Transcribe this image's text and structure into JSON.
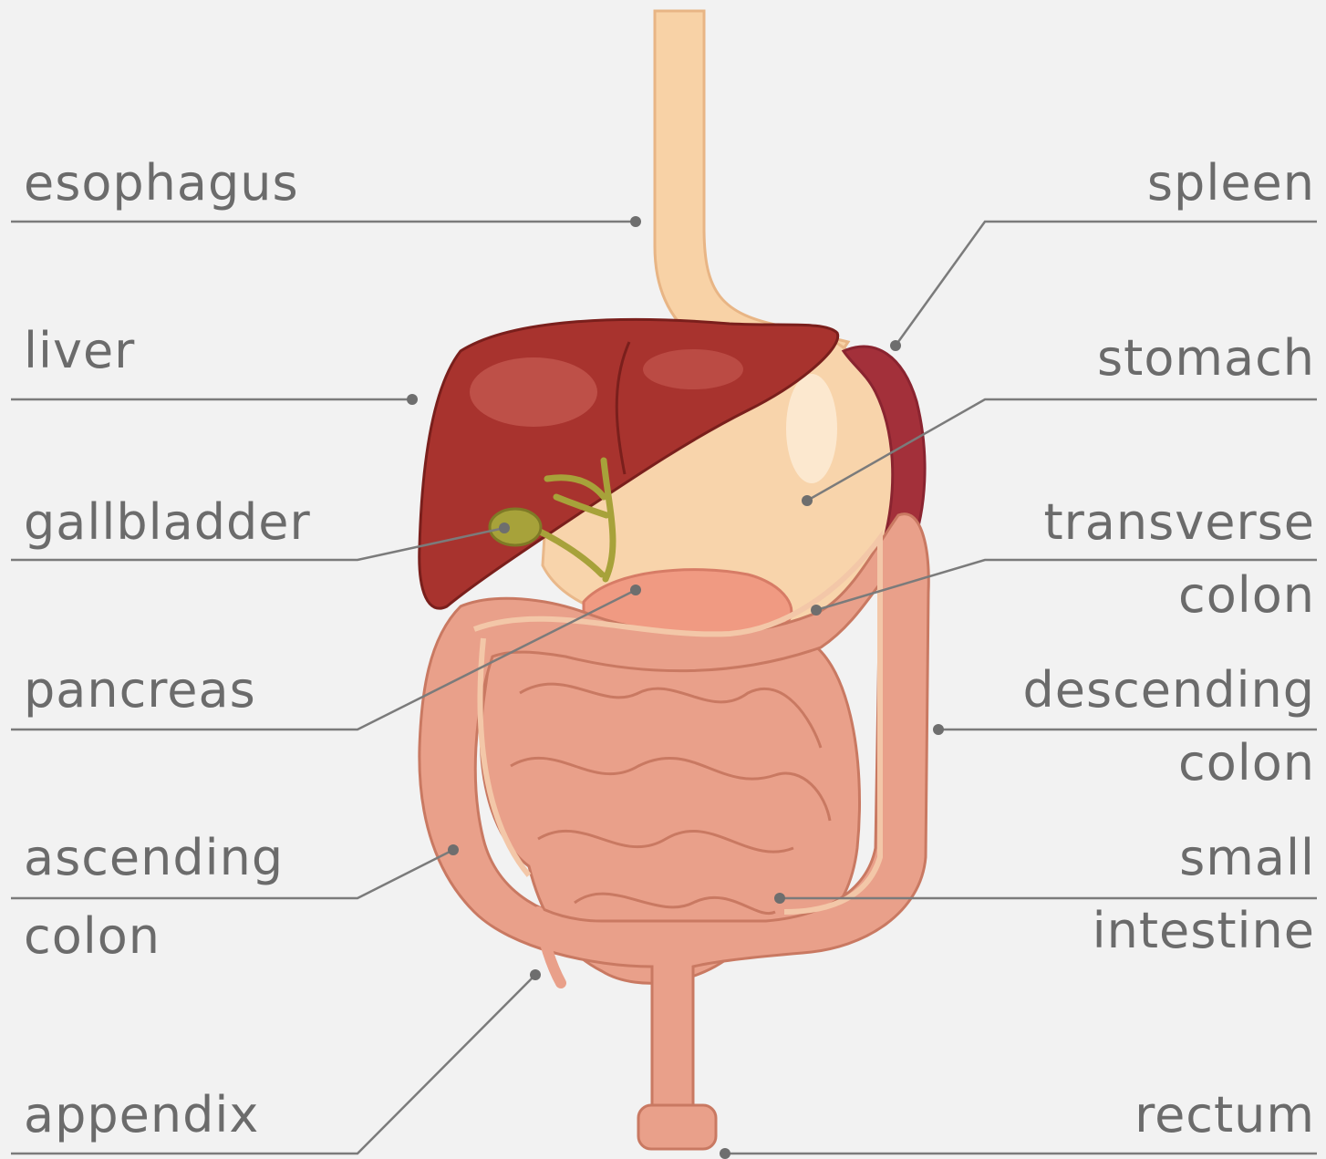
{
  "labels": {
    "esophagus": [
      "esophagus"
    ],
    "liver": [
      "liver"
    ],
    "gallbladder": [
      "gallbladder"
    ],
    "pancreas": [
      "pancreas"
    ],
    "ascending_colon": [
      "ascending",
      "colon"
    ],
    "appendix": [
      "appendix"
    ],
    "spleen": [
      "spleen"
    ],
    "stomach": [
      "stomach"
    ],
    "transverse_colon": [
      "transverse",
      "colon"
    ],
    "descending_colon": [
      "descending",
      "colon"
    ],
    "small_intestine": [
      "small",
      "intestine"
    ],
    "rectum": [
      "rectum"
    ]
  },
  "colors": {
    "background": "#f2f2f2",
    "label_text": "#6b6b6b",
    "leader_line": "#7b7b7b",
    "esophagus": "#f8d2a6",
    "liver": "#a8332e",
    "gallbladder": "#a7a23a",
    "stomach": "#f8d4ab",
    "spleen": "#a3303a",
    "pancreas": "#f09a82",
    "intestines": "#e9a08a"
  }
}
